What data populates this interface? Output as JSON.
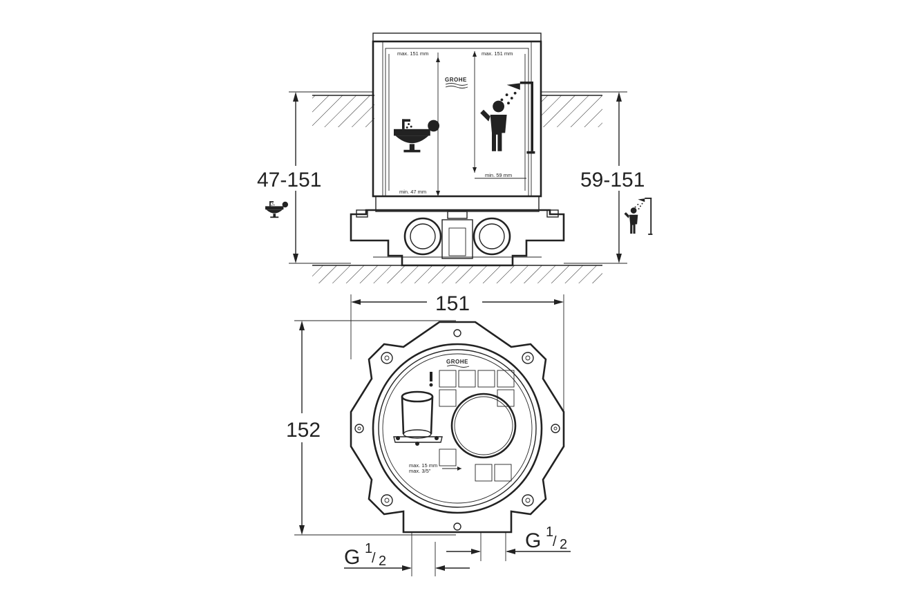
{
  "dimensions": {
    "height_bath": "47-151",
    "height_shower": "59-151",
    "width": "151",
    "depth": "152",
    "thread_left_main": "G",
    "thread_left_num": "1",
    "thread_left_den": "2",
    "thread_right_main": "G",
    "thread_right_num": "1",
    "thread_right_den": "2"
  },
  "labels": {
    "max_left": "max. 151 mm",
    "max_right": "max. 151 mm",
    "min_left": "min. 47 mm",
    "min_right": "min. 59 mm",
    "brand_top": "GROHE",
    "brand_bottom": "GROHE",
    "depth_mm": "max. 15 mm",
    "depth_in": "max. 3/5\""
  },
  "icons": {
    "bath": "bathtub-icon",
    "shower": "shower-person-icon",
    "warning": "exclamation-icon"
  },
  "colors": {
    "line": "#222222",
    "background": "#ffffff"
  }
}
